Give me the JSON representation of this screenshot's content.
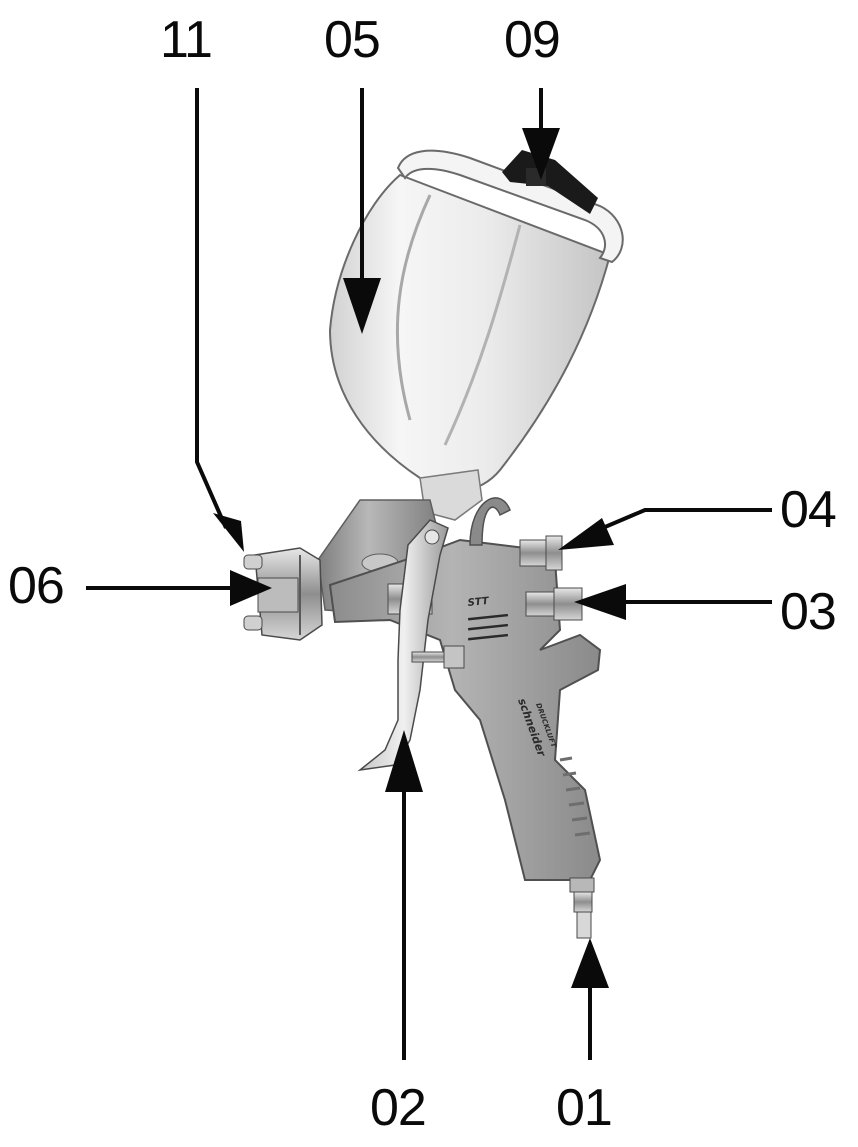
{
  "figure": {
    "callouts": [
      {
        "id": "11",
        "text": "11"
      },
      {
        "id": "05",
        "text": "05"
      },
      {
        "id": "09",
        "text": "09"
      },
      {
        "id": "04",
        "text": "04"
      },
      {
        "id": "06",
        "text": "06"
      },
      {
        "id": "03",
        "text": "03"
      },
      {
        "id": "02",
        "text": "02"
      },
      {
        "id": "01",
        "text": "01"
      }
    ],
    "body_branding": {
      "brand_text": "schneider",
      "grip_text": "DRUCKLUFT",
      "logo_text": "STT"
    },
    "colors": {
      "line": "#0a0a0a",
      "cup": "#ececec",
      "metal": "#9c9c9c"
    }
  }
}
